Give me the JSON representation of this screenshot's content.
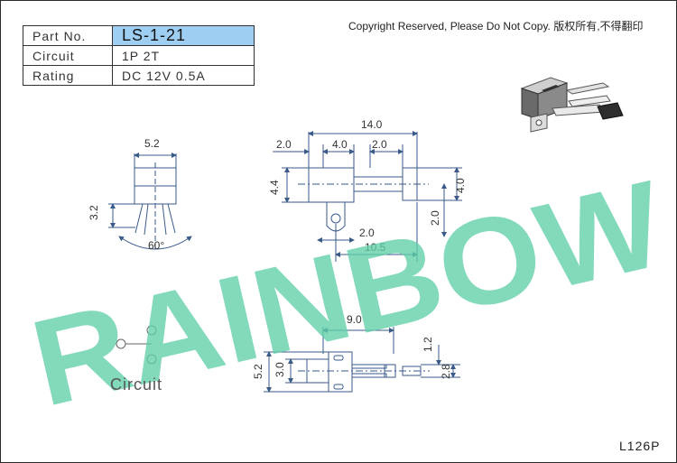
{
  "spec_table": {
    "rows": [
      {
        "label": "Part No.",
        "value": "LS-1-21"
      },
      {
        "label": "Circuit",
        "value": "1P 2T"
      },
      {
        "label": "Rating",
        "value": "DC 12V 0.5A"
      }
    ]
  },
  "copyright": "Copyright Reserved, Please Do Not Copy. 版权所有,不得翻印",
  "watermark": "RAINBOW",
  "circuit_label": "Circuit",
  "model_code": "L126P",
  "dimensions": {
    "side_width": "5.2",
    "side_height": "3.2",
    "side_angle": "60°",
    "front_total": "14.0",
    "front_a": "2.0",
    "front_b": "4.0",
    "front_c": "2.0",
    "front_height": "4.4",
    "front_right_height": "4.0",
    "front_right_drop": "2.0",
    "front_hole_offset": "2.0",
    "front_terminal": "10.5",
    "top_length": "9.0",
    "top_height": "5.2",
    "top_inner": "3.0",
    "top_gap": "1.2",
    "top_pin": "2.8"
  },
  "colors": {
    "table_highlight": "#9ecff2",
    "watermark": "#5fcfa8",
    "line": "#3a5a8a"
  }
}
